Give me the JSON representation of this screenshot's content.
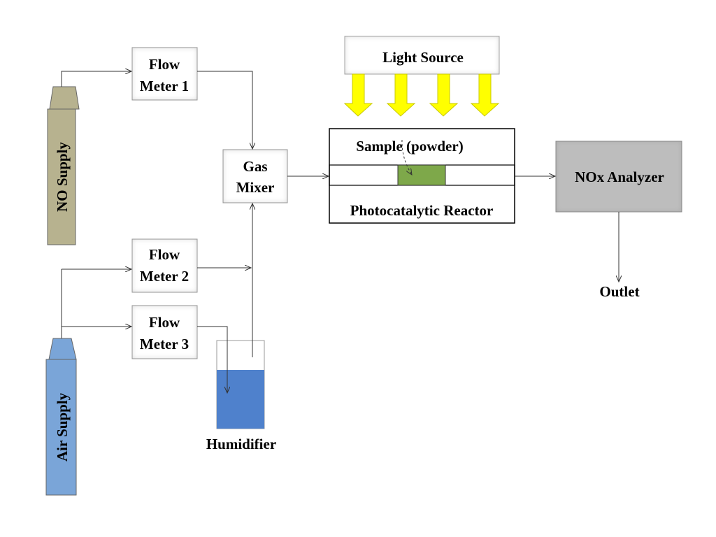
{
  "labels": {
    "no_supply": "NO Supply",
    "air_supply": "Air Supply",
    "flow_meter_1": [
      "Flow",
      "Meter 1"
    ],
    "flow_meter_2": [
      "Flow",
      "Meter 2"
    ],
    "flow_meter_3": [
      "Flow",
      "Meter 3"
    ],
    "gas_mixer": [
      "Gas",
      "Mixer"
    ],
    "humidifier": "Humidifier",
    "light_source": "Light Source",
    "sample": "Sample (powder)",
    "reactor": "Photocatalytic Reactor",
    "nox_analyzer": "NOx Analyzer",
    "outlet": "Outlet"
  },
  "colors": {
    "no_cylinder": "#b7b28f",
    "air_cylinder": "#7aa5d8",
    "water": "#4f81cc",
    "sample": "#7ea84a",
    "light_arrow": "#ffff00",
    "analyzer": "#bdbdbd"
  }
}
